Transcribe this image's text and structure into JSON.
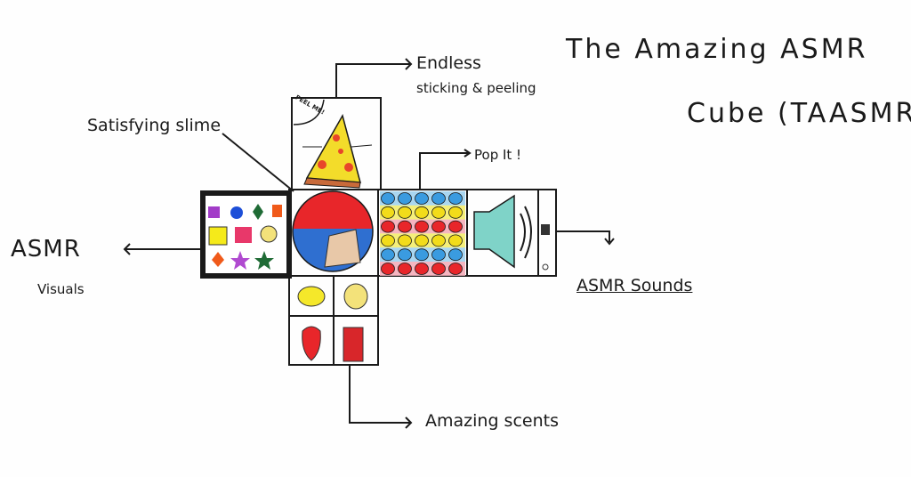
{
  "title": {
    "line1": "The Amazing ASMR",
    "line2": "Cube (TAASMRC)"
  },
  "labels": {
    "slime": "Satisfying slime",
    "sticking_1": "Endless",
    "sticking_2": "sticking & peeling",
    "popit": "Pop It !",
    "visuals_1": "ASMR",
    "visuals_2": "Visuals",
    "sounds": "ASMR Sounds",
    "scents": "Amazing scents"
  },
  "faces": {
    "peel_tag": "PEEL ME!"
  },
  "popit_rows": [
    "#3a9be0",
    "#f2dc1a",
    "#e8262a",
    "#f2dc1a",
    "#3a9be0",
    "#e8262a"
  ],
  "popit_row_bg": [
    "#a9d6f0",
    "#f5ef7a",
    "#f5b5c0",
    "#f5ef7a",
    "#a9d6f0",
    "#f5b5c0"
  ],
  "colors": {
    "ink": "#1a1a1a",
    "slime_red": "#e8262a",
    "slime_blue": "#2f6fd0",
    "speaker": "#7fd3c8"
  }
}
